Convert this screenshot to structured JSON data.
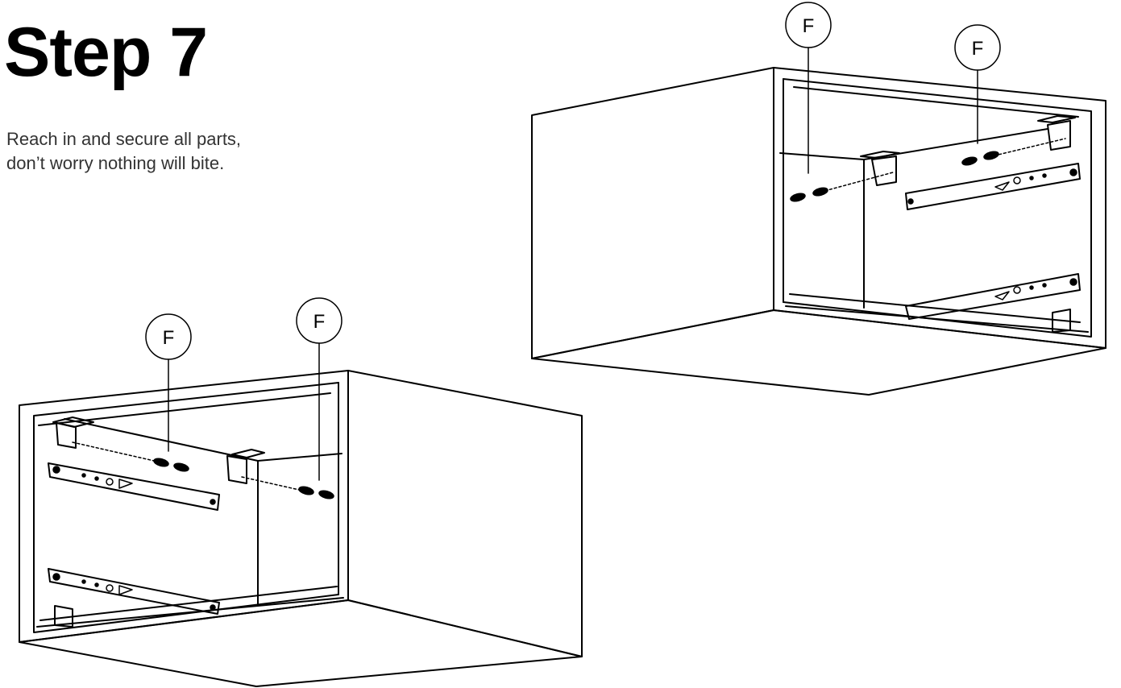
{
  "header": {
    "title": "Step 7",
    "description_lines": [
      "Reach in and secure all parts,",
      "don’t worry nothing will bite."
    ]
  },
  "callouts": {
    "part_label": "F",
    "count": 4
  },
  "diagrams": [
    {
      "name": "cabinet-right-view",
      "callout_labels": [
        "F",
        "F"
      ]
    },
    {
      "name": "cabinet-left-view",
      "callout_labels": [
        "F",
        "F"
      ]
    }
  ],
  "colors": {
    "line": "#000000",
    "background": "#ffffff"
  }
}
